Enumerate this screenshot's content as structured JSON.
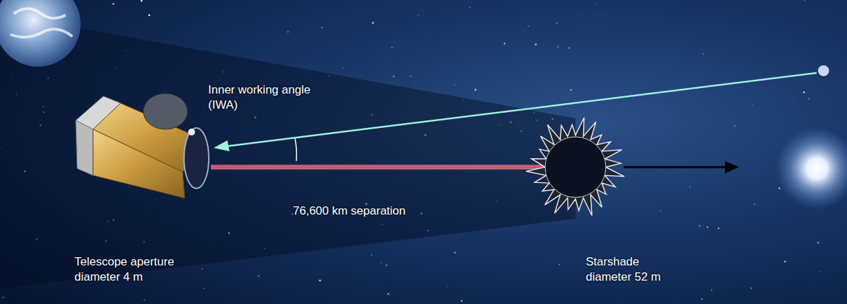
{
  "diagram": {
    "labels": [
      "Inner working angle (IWA)",
      "76,600 km separation",
      "Telescope aperture diameter 4 m",
      "Starshade diameter 52 m"
    ]
  }
}
